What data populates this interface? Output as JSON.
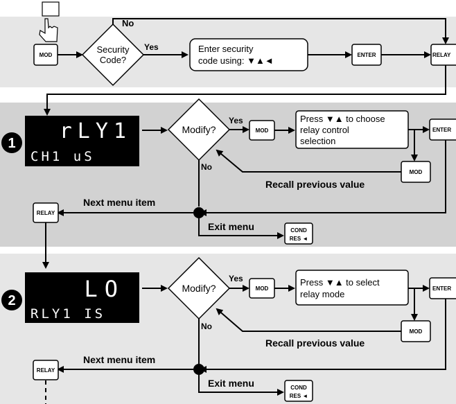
{
  "top": {
    "mod_key": "MOD",
    "no_label": "No",
    "yes_label": "Yes",
    "security_line1": "Security",
    "security_line2": "Code?",
    "enter_code_line1": "Enter security",
    "enter_code_line2": "code using: ▼▲◄",
    "enter_key": "ENTER",
    "relay_key": "RELAY"
  },
  "sections": [
    {
      "step": "1",
      "lcd_line1": "rLY1",
      "lcd_line2": "CH1 uS",
      "modify": "Modify?",
      "yes": "Yes",
      "no": "No",
      "mod_key": "MOD",
      "press_line1": "Press ▼▲ to choose",
      "press_line2": "relay control",
      "press_line3": "selection",
      "enter_key": "ENTER",
      "mod_key2": "MOD",
      "recall": "Recall previous value",
      "next_menu": "Next menu item",
      "relay_key": "RELAY",
      "exit_menu": "Exit menu",
      "cond_line1": "COND",
      "cond_line2": "RES ◄"
    },
    {
      "step": "2",
      "lcd_line1": "LO",
      "lcd_line2": "RLY1 IS",
      "modify": "Modify?",
      "yes": "Yes",
      "no": "No",
      "mod_key": "MOD",
      "press_line1": "Press ▼▲ to select",
      "press_line2": "relay mode",
      "press_line3": "",
      "enter_key": "ENTER",
      "mod_key2": "MOD",
      "recall": "Recall previous value",
      "next_menu": "Next menu item",
      "relay_key": "RELAY",
      "exit_menu": "Exit menu",
      "cond_line1": "COND",
      "cond_line2": "RES ◄"
    }
  ],
  "colors": {
    "band": "#e6e6e6",
    "band_dark": "#d2d2d2",
    "lcd_bg": "#000000",
    "lcd_text": "#ffffff"
  }
}
